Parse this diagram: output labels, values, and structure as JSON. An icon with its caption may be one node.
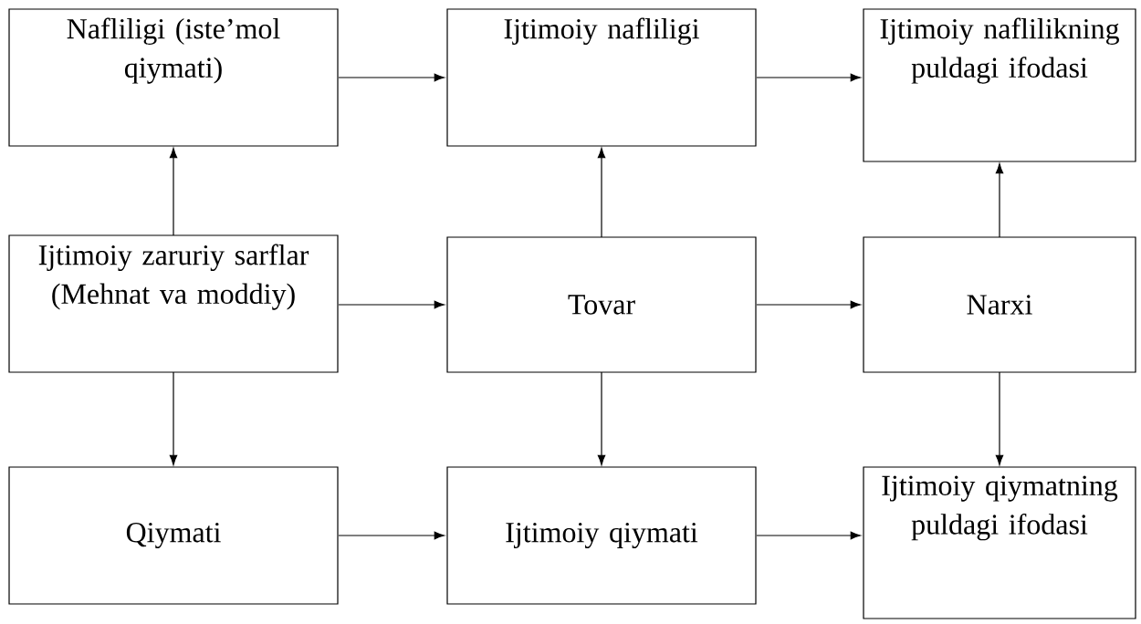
{
  "diagram": {
    "nodes": [
      {
        "text": [
          "Nafliligi (iste’mol qiymati)"
        ]
      },
      {
        "text": [
          "Ijtimoiy nafliligi"
        ]
      },
      {
        "text": [
          "Ijtimoiy naflilikning puldagi ifodasi"
        ]
      },
      {
        "text": [
          "Ijtimoiy zaruriy sarflar (Mehnat va moddiy)"
        ]
      },
      {
        "text": [
          "Tovar"
        ]
      },
      {
        "text": [
          "Narxi"
        ]
      },
      {
        "text": [
          "Qiymati"
        ]
      },
      {
        "text": [
          "Ijtimoiy qiymati"
        ]
      },
      {
        "text": [
          "Ijtimoiy qiymatning puldagi ifodasi"
        ]
      }
    ],
    "edges": [
      {
        "from": 0,
        "to": 1,
        "arrow": "to"
      },
      {
        "from": 1,
        "to": 2,
        "arrow": "to"
      },
      {
        "from": 3,
        "to": 0,
        "arrow": "to"
      },
      {
        "from": 4,
        "to": 1,
        "arrow": "to"
      },
      {
        "from": 5,
        "to": 2,
        "arrow": "to"
      },
      {
        "from": 3,
        "to": 4,
        "arrow": "to"
      },
      {
        "from": 4,
        "to": 5,
        "arrow": "to"
      },
      {
        "from": 3,
        "to": 6,
        "arrow": "to"
      },
      {
        "from": 4,
        "to": 7,
        "arrow": "to"
      },
      {
        "from": 5,
        "to": 8,
        "arrow": "to"
      },
      {
        "from": 6,
        "to": 7,
        "arrow": "to"
      },
      {
        "from": 7,
        "to": 8,
        "arrow": "to"
      }
    ]
  }
}
